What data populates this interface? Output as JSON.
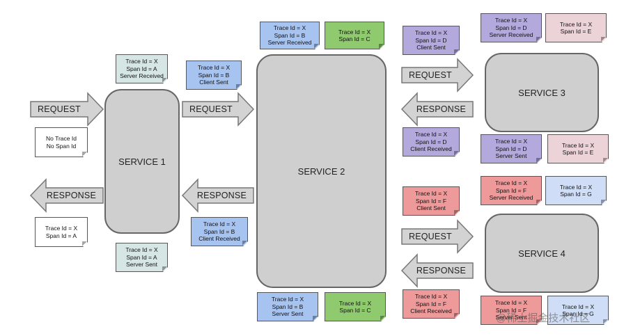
{
  "colors": {
    "white": "#ffffff",
    "teal": "#d5e6e4",
    "blue": "#a7c3ef",
    "green": "#8fca6e",
    "purple": "#b4a9dc",
    "pink": "#ecd3d8",
    "red": "#ef9a9a",
    "lightblue": "#cfdef6",
    "service": "#cfcfcf",
    "arrow": "#d3d3d3"
  },
  "services": {
    "s1": "SERVICE 1",
    "s2": "SERVICE 2",
    "s3": "SERVICE 3",
    "s4": "SERVICE 4"
  },
  "arrows": {
    "req1": "REQUEST",
    "resp1": "RESPONSE",
    "req2": "REQUEST",
    "resp2": "RESPONSE",
    "req3": "REQUEST",
    "resp3": "RESPONSE",
    "req4": "REQUEST",
    "resp4": "RESPONSE"
  },
  "notes": {
    "n_client_in": [
      "No Trace Id",
      "No Span Id"
    ],
    "n_client_out": [
      "Trace Id = X",
      "Span Id = A"
    ],
    "n_s1_recv": [
      "Trace Id = X",
      "Span Id = A",
      "Server Received"
    ],
    "n_s1_sent": [
      "Trace Id = X",
      "Span Id = A",
      "Server Sent"
    ],
    "n_s1_csent": [
      "Trace Id = X",
      "Span Id = B",
      "Client Sent"
    ],
    "n_s1_crecv": [
      "Trace Id = X",
      "Span Id = B",
      "Client Received"
    ],
    "n_s2_recv": [
      "Trace Id = X",
      "Span Id = B",
      "Server Received"
    ],
    "n_s2_c_top": [
      "Trace Id = X",
      "Span Id = C"
    ],
    "n_s2_sent": [
      "Trace Id = X",
      "Span Id = B",
      "Server Sent"
    ],
    "n_s2_c_bot": [
      "Trace Id = X",
      "Span Id = C"
    ],
    "n_s2_csent_d": [
      "Trace Id = X",
      "Span Id = D",
      "Client Sent"
    ],
    "n_s2_crecv_d": [
      "Trace Id = X",
      "Span Id = D",
      "Client Received"
    ],
    "n_s3_recv": [
      "Trace Id = X",
      "Span Id = D",
      "Server Received"
    ],
    "n_s3_e_top": [
      "Trace Id = X",
      "Span Id = E"
    ],
    "n_s3_sent": [
      "Trace Id = X",
      "Span Id = D",
      "Server Sent"
    ],
    "n_s3_e_bot": [
      "Trace Id = X",
      "Span Id = E"
    ],
    "n_s2_csent_f": [
      "Trace Id = X",
      "Span Id = F",
      "Client Sent"
    ],
    "n_s2_crecv_f": [
      "Trace Id = X",
      "Span Id = F",
      "Client Received"
    ],
    "n_s4_recv": [
      "Trace Id = X",
      "Span Id = F",
      "Server Received"
    ],
    "n_s4_g_top": [
      "Trace Id = X",
      "Span Id = G"
    ],
    "n_s4_sent": [
      "Trace Id = X",
      "Span Id = F",
      "Server Sent"
    ],
    "n_s4_g_bot": [
      "Trace Id = X",
      "Span Id = G"
    ]
  },
  "watermark": "@稀土掘金技术社区"
}
